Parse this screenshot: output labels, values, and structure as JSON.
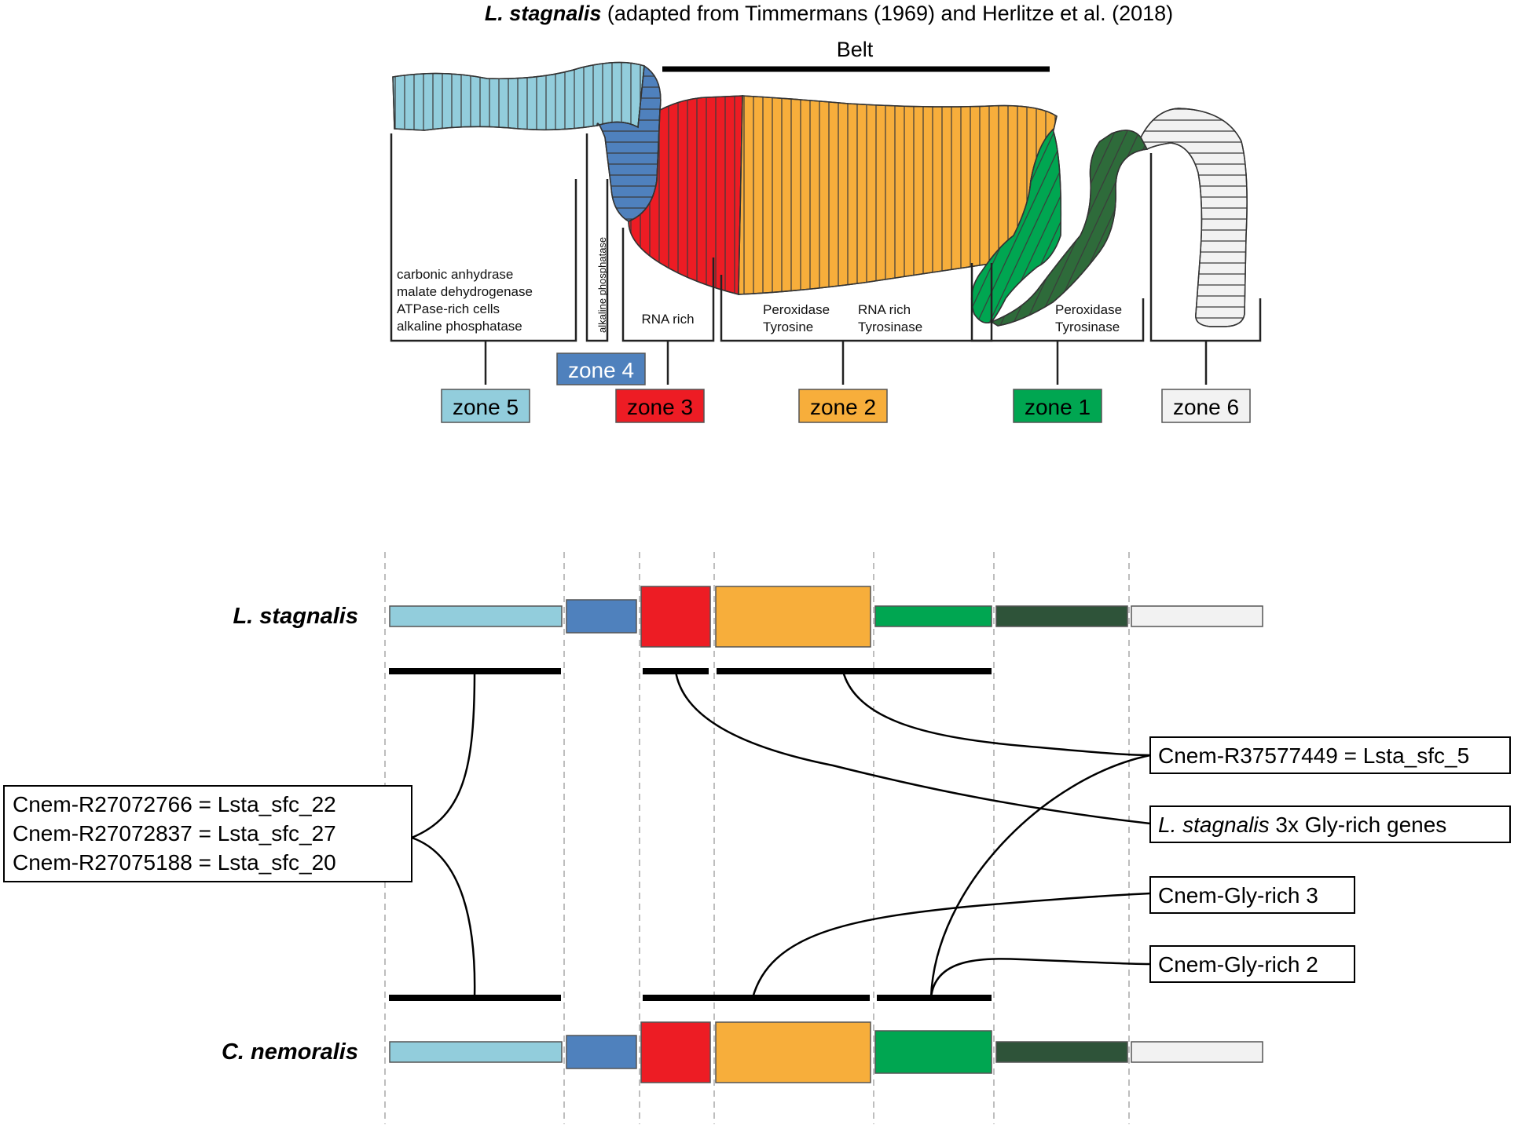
{
  "title": {
    "species": "L. stagnalis",
    "text": " (adapted from Timmermans (1969) and Herlitze et al. (2018)"
  },
  "belt_label": "Belt",
  "enzyme_annotations": {
    "zone5": [
      "carbonic anhydrase",
      "malate dehydrogenase",
      "ATPase-rich cells",
      "alkaline phosphatase"
    ],
    "zone4": "alkaline phosphatase",
    "zone3": "RNA rich",
    "zone2_left": [
      "Peroxidase",
      "Tyrosine"
    ],
    "zone2_right": [
      "RNA rich",
      "Tyrosinase"
    ],
    "zone1": [
      "Peroxidase",
      "Tyrosinase"
    ]
  },
  "zones": {
    "zone5": "zone 5",
    "zone4": "zone 4",
    "zone3": "zone 3",
    "zone2": "zone 2",
    "zone1": "zone 1",
    "zone6": "zone 6"
  },
  "colors": {
    "zone5": "#92cddc",
    "zone4": "#4f81bd",
    "zone3": "#ed1c24",
    "zone2": "#f7ae3b",
    "zone1": "#00a651",
    "zone1_dark": "#2e5339",
    "zone6": "#f2f2f2"
  },
  "species_labels": {
    "top": "L. stagnalis",
    "bottom": "C. nemoralis"
  },
  "gene_boxes": {
    "left": [
      "Cnem-R27072766 = Lsta_sfc_22",
      "Cnem-R27072837 = Lsta_sfc_27",
      "Cnem-R27075188 = Lsta_sfc_20"
    ],
    "r1": "Cnem-R37577449 = Lsta_sfc_5",
    "r2_italic": "L. stagnalis",
    "r2_rest": " 3x Gly-rich genes",
    "r3": "Cnem-Gly-rich 3",
    "r4": "Cnem-Gly-rich 2"
  }
}
